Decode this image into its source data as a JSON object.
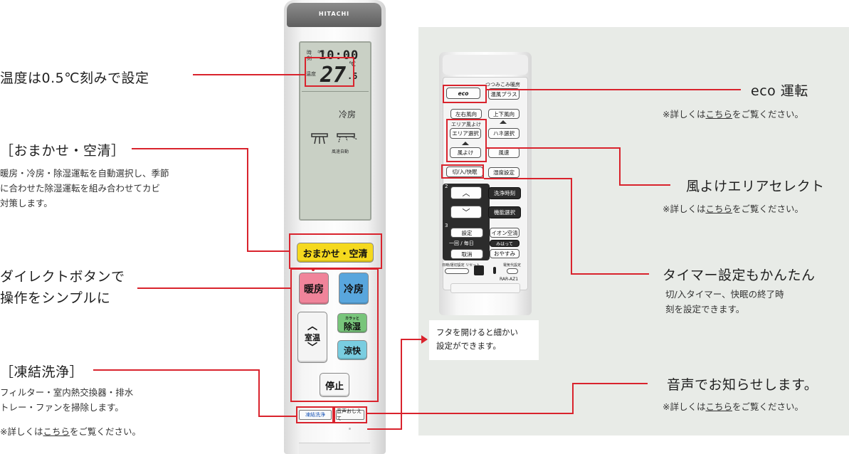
{
  "left": {
    "temp_heading": "温度は0.5℃刻みで設定",
    "omakase_heading": "［おまかせ・空清］",
    "omakase_desc": [
      "暖房・冷房・除湿運転を自動選択し、季節",
      "に合わせた除湿運転を組み合わせてカビ",
      "対策します。"
    ],
    "direct_heading": [
      "ダイレクトボタンで",
      "操作をシンプルに"
    ],
    "freeze_heading": "［凍結洗浄］",
    "freeze_desc": [
      "フィルター・室内熱交換器・排水",
      "トレー・ファンを掃除します。"
    ],
    "freeze_note_pre": "※詳しくは",
    "freeze_note_link": "こちら",
    "freeze_note_post": "をご覧ください。"
  },
  "remote": {
    "brand": "HITACHI",
    "lcd_time_label": "時刻",
    "lcd_am": "午前",
    "lcd_time": "10:00",
    "lcd_temp_label": "温度",
    "lcd_temp": "27",
    "lcd_temp_decimal": ".5",
    "lcd_celsius": "℃",
    "lcd_mode": "冷房",
    "lcd_wind": "風速自動",
    "btn_omakase": "おまかせ・空清",
    "btn_heat": "暖房",
    "btn_cool": "冷房",
    "btn_temp": "室温",
    "btn_dehum_small": "カラッと",
    "btn_dehum": "除湿",
    "btn_ryokai": "涼快",
    "btn_stop": "停止",
    "btn_freeze": "凍結洗浄",
    "btn_voice": "音声おしえて"
  },
  "panel": {
    "remote2": {
      "tsumikomi": "つつみこみ暖房",
      "eco": "eco",
      "onpu": "温風プラス",
      "lr_wind": "左右風向",
      "ud_wind": "上下風向",
      "area_label": "エリア風よけ",
      "area_select": "エリア選択",
      "hane_select": "ハネ選択",
      "kazeyoke": "風よけ",
      "fusoku": "風速",
      "kiri_iri": "切/入/快眠",
      "shitsudo": "湿度設定",
      "num2": "2",
      "senjo_time": "洗浄時刻",
      "kinou": "機能選択",
      "num3": "3",
      "settei": "設定",
      "ion": "イオン空清",
      "ikkai": "一回 / 毎日",
      "torikeshi": "取消",
      "mihatte": "みはって",
      "oyasumi": "おやすみ",
      "reset": "日時/運切設定 リセット",
      "denki": "電気代設定",
      "model": "RAR-AZ1"
    },
    "box_text": [
      "フタを開けると細かい",
      "設定ができます。"
    ],
    "eco_heading": "eco 運転",
    "eco_note_pre": "※詳しくは",
    "eco_note_link": "こちら",
    "eco_note_post": "をご覧ください。",
    "area_heading": "風よけエリアセレクト",
    "area_note_pre": "※詳しくは",
    "area_note_link": "こちら",
    "area_note_post": "をご覧ください。",
    "timer_heading": "タイマー設定もかんたん",
    "timer_desc": [
      "切/入タイマー、快眠の終了時",
      "刻を設定できます。"
    ],
    "voice_heading": "音声でお知らせします。",
    "voice_note_pre": "※詳しくは",
    "voice_note_link": "こちら",
    "voice_note_post": "をご覧ください。"
  },
  "colors": {
    "callout_red": "#d9232d",
    "panel_bg": "#e8ebe7",
    "omakase_yellow": "#f5d91e",
    "heat_pink": "#f0849a",
    "cool_blue": "#59a6dd",
    "dehum_green": "#78c57b",
    "ryokai_cyan": "#79cde0"
  }
}
